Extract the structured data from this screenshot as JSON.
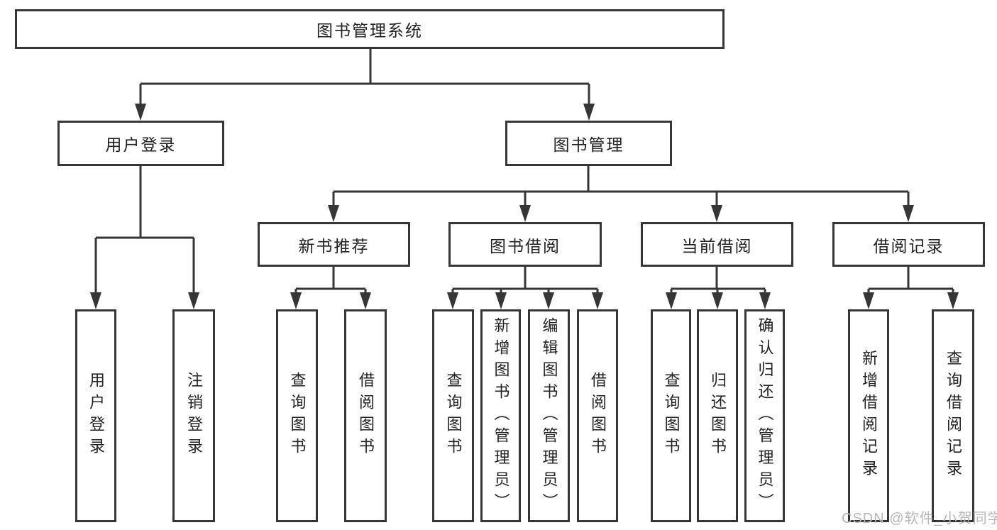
{
  "diagram": {
    "title": "图书管理系统",
    "nodes": {
      "root": "图书管理系统",
      "branch_user": "用户登录",
      "branch_book": "图书管理",
      "group_new_books": "新书推荐",
      "group_book_borrow": "图书借阅",
      "group_current_borrow": "当前借阅",
      "group_borrow_records": "借阅记录",
      "leaf_user_login": "用户登录",
      "leaf_user_logout": "注销登录",
      "leaf_new_query_books": "查询图书",
      "leaf_new_borrow_books": "借阅图书",
      "leaf_bb_query_books": "查询图书",
      "leaf_bb_add_books": "新增图书（管理员）",
      "leaf_bb_edit_books": "编辑图书（管理员）",
      "leaf_bb_borrow_books": "借阅图书",
      "leaf_cb_query_books": "查询图书",
      "leaf_cb_return_books": "归还图书",
      "leaf_cb_confirm_return": "确认归还（管理员）",
      "leaf_br_add_record": "新增借阅记录",
      "leaf_br_query_record": "查询借阅记录"
    },
    "hierarchy": [
      {
        "label": "用户登录",
        "children": [
          "用户登录",
          "注销登录"
        ]
      },
      {
        "label": "图书管理",
        "children": [
          {
            "label": "新书推荐",
            "children": [
              "查询图书",
              "借阅图书"
            ]
          },
          {
            "label": "图书借阅",
            "children": [
              "查询图书",
              "新增图书（管理员）",
              "编辑图书（管理员）",
              "借阅图书"
            ]
          },
          {
            "label": "当前借阅",
            "children": [
              "查询图书",
              "归还图书",
              "确认归还（管理员）"
            ]
          },
          {
            "label": "借阅记录",
            "children": [
              "新增借阅记录",
              "查询借阅记录"
            ]
          }
        ]
      }
    ],
    "colors": {
      "line": "#363636",
      "text": "#222222",
      "watermark": "#b9b7b7",
      "background": "#ffffff"
    },
    "watermark": "CSDN @软件_小贺同学"
  }
}
